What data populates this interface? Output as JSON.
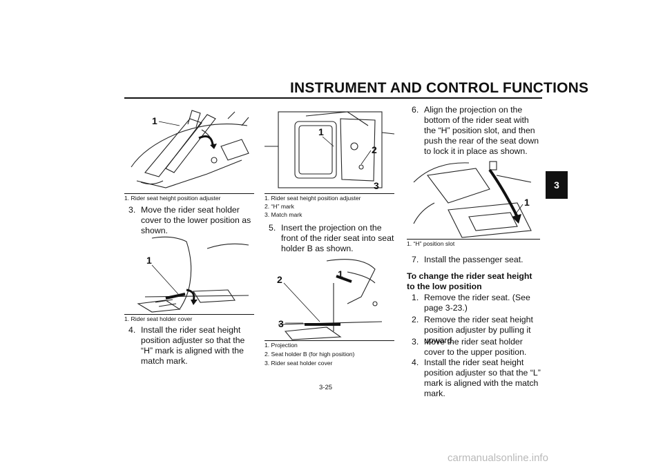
{
  "header": {
    "title": "INSTRUMENT AND CONTROL FUNCTIONS",
    "chapter_tab": "3"
  },
  "figures": {
    "fig1": {
      "callouts": [
        "1"
      ],
      "captions": [
        "1. Rider seat height position adjuster"
      ]
    },
    "fig2": {
      "callouts": [
        "1"
      ],
      "captions": [
        "1. Rider seat holder cover"
      ]
    },
    "fig3": {
      "callouts": [
        "1",
        "2",
        "3"
      ],
      "captions": [
        "1. Rider seat height position adjuster",
        "2. “H” mark",
        "3. Match mark"
      ]
    },
    "fig4": {
      "callouts": [
        "1",
        "2",
        "3"
      ],
      "captions": [
        "1. Projection",
        "2. Seat holder B (for high position)",
        "3. Rider seat holder cover"
      ]
    },
    "fig5": {
      "callouts": [
        "1"
      ],
      "captions": [
        "1. “H” position slot"
      ]
    }
  },
  "steps": {
    "s3": {
      "num": "3.",
      "text": "Move the rider seat holder cover to the lower position as shown."
    },
    "s4": {
      "num": "4.",
      "text": "Install the rider seat height position adjuster so that the “H” mark is aligned with the match mark."
    },
    "s5": {
      "num": "5.",
      "text": "Insert the projection on the front of the rider seat into seat holder B as shown."
    },
    "s6": {
      "num": "6.",
      "text": "Align the projection on the bottom of the rider seat with the “H” position slot, and then push the rear of the seat down to lock it in place as shown."
    },
    "s7": {
      "num": "7.",
      "text": "Install the passenger seat."
    }
  },
  "low_position": {
    "heading": "To change the rider seat height to the low position",
    "steps": [
      {
        "num": "1.",
        "text": "Remove the rider seat. (See page 3-23.)"
      },
      {
        "num": "2.",
        "text": "Remove the rider seat height position adjuster by pulling it upward."
      },
      {
        "num": "3.",
        "text": "Move the rider seat holder cover to the upper position."
      },
      {
        "num": "4.",
        "text": "Install the rider seat height position adjuster so that the “L” mark is aligned with the match mark."
      }
    ]
  },
  "footer": {
    "page_number": "3-25",
    "watermark": "carmanualsonline.info"
  }
}
